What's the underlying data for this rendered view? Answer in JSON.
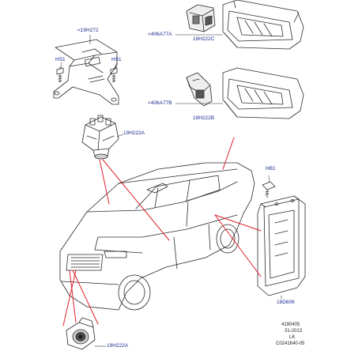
{
  "labels": {
    "bracket_assembly": "<19H272",
    "screw_left": "HS1",
    "screw_right": "HS1",
    "camera_body_upper": "<406A77A",
    "camera_unit_upper": "19H222C",
    "camera_body_lower": "<406A77B",
    "camera_unit_lower": "19H222B",
    "camera_windscreen": "19H222A",
    "camera_front": "19H222A",
    "module_bolt": "HB1",
    "control_module": "18D606"
  },
  "reference": {
    "line1": "4190405",
    "line2": "31-2013",
    "line3": "LK",
    "line4": "C0241640-05"
  },
  "colors": {
    "label": "#1a2a8c",
    "leader": "#e0202a",
    "line_art": "#2b2b2b"
  }
}
